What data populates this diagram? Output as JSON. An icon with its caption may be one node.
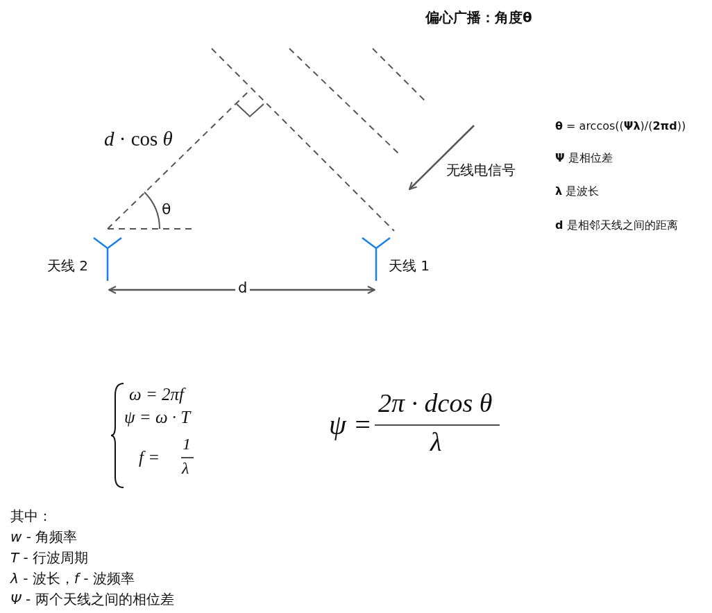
{
  "diagram": {
    "title": "偏心广播：角度θ",
    "labels": [
      "*d* · cos *θ*",
      "θ",
      "无线电信号",
      "**θ** = arccos((**Ψλ**)/(**2πd**))",
      "**Ψ** 是相位差",
      "**λ** 是波长",
      "**d** 是相邻天线之间的距离",
      "天线 2",
      "天线 1",
      "d",
      "ω = 2πf",
      "ψ = ω · T",
      "f =",
      "1",
      "λ",
      "ψ =",
      "2π · dcos θ",
      "λ",
      "其中：",
      "*w* - 角频率",
      "*T* - 行波周期",
      "*λ* - 波长，*f* - 波频率",
      "*Ψ* - 两个天线之间的相位差"
    ]
  }
}
